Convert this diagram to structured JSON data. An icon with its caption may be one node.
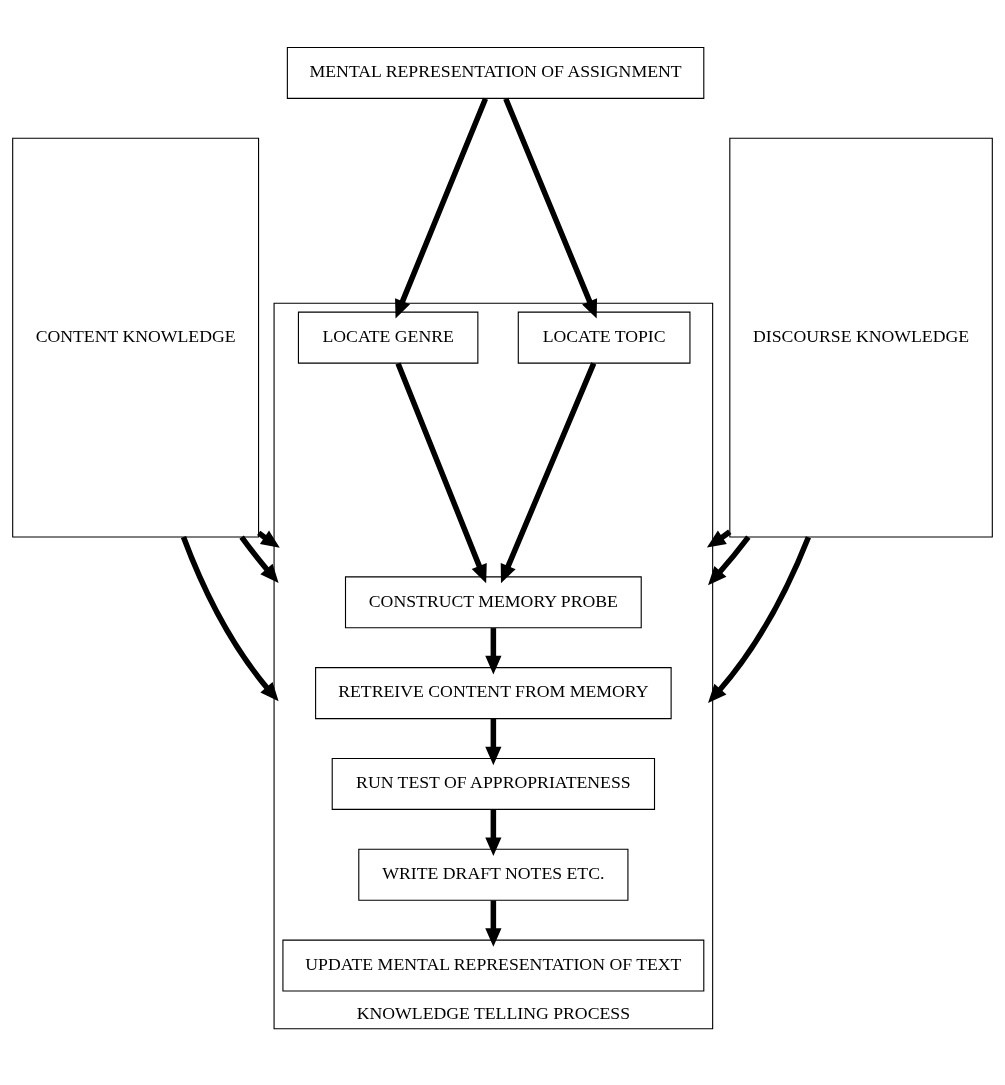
{
  "diagram": {
    "nodes": [
      {
        "text": [
          "MENTAL REPRESENTATION OF ASSIGNMENT"
        ]
      },
      {
        "text": [
          "CONTENT KNOWLEDGE"
        ]
      },
      {
        "text": [
          "KNOWLEDGE TELLING PROCESS"
        ]
      },
      {
        "text": [
          "LOCATE TOPIC"
        ],
        "in": 2
      },
      {
        "text": [
          "LOCATE GENRE"
        ],
        "in": 2
      },
      {
        "text": [
          "CONSTRUCT MEMORY PROBE"
        ],
        "in": 2
      },
      {
        "text": [
          "RETREIVE CONTENT FROM MEMORY"
        ],
        "in": 2
      },
      {
        "text": [
          "RUN TEST OF APPROPRIATENESS"
        ],
        "in": 2
      },
      {
        "text": [
          "WRITE DRAFT NOTES ETC."
        ],
        "in": 2
      },
      {
        "text": [
          "UPDATE MENTAL REPRESENTATION OF TEXT"
        ],
        "in": 2
      },
      {
        "text": [
          "DISCOURSE KNOWLEDGE"
        ]
      }
    ],
    "edges": [
      {
        "from": 0,
        "to": 3,
        "arrow": "to"
      },
      {
        "from": 0,
        "to": 4,
        "arrow": "to"
      },
      {
        "from": 3,
        "to": 5,
        "arrow": "to"
      },
      {
        "from": 4,
        "to": 5,
        "arrow": "to"
      },
      {
        "from": 5,
        "to": 6,
        "arrow": "to"
      },
      {
        "from": 6,
        "to": 7,
        "arrow": "to"
      },
      {
        "from": 7,
        "to": 8,
        "arrow": "to"
      },
      {
        "from": 8,
        "to": 9,
        "arrow": "to"
      },
      {
        "from": 1,
        "to": 2,
        "arrow": "to"
      },
      {
        "from": 1,
        "to": 2,
        "arrow": "to"
      },
      {
        "from": 1,
        "to": 2,
        "arrow": "to"
      },
      {
        "from": 10,
        "to": 2,
        "arrow": "to"
      },
      {
        "from": 10,
        "to": 2,
        "arrow": "to"
      },
      {
        "from": 10,
        "to": 2,
        "arrow": "to"
      }
    ]
  }
}
